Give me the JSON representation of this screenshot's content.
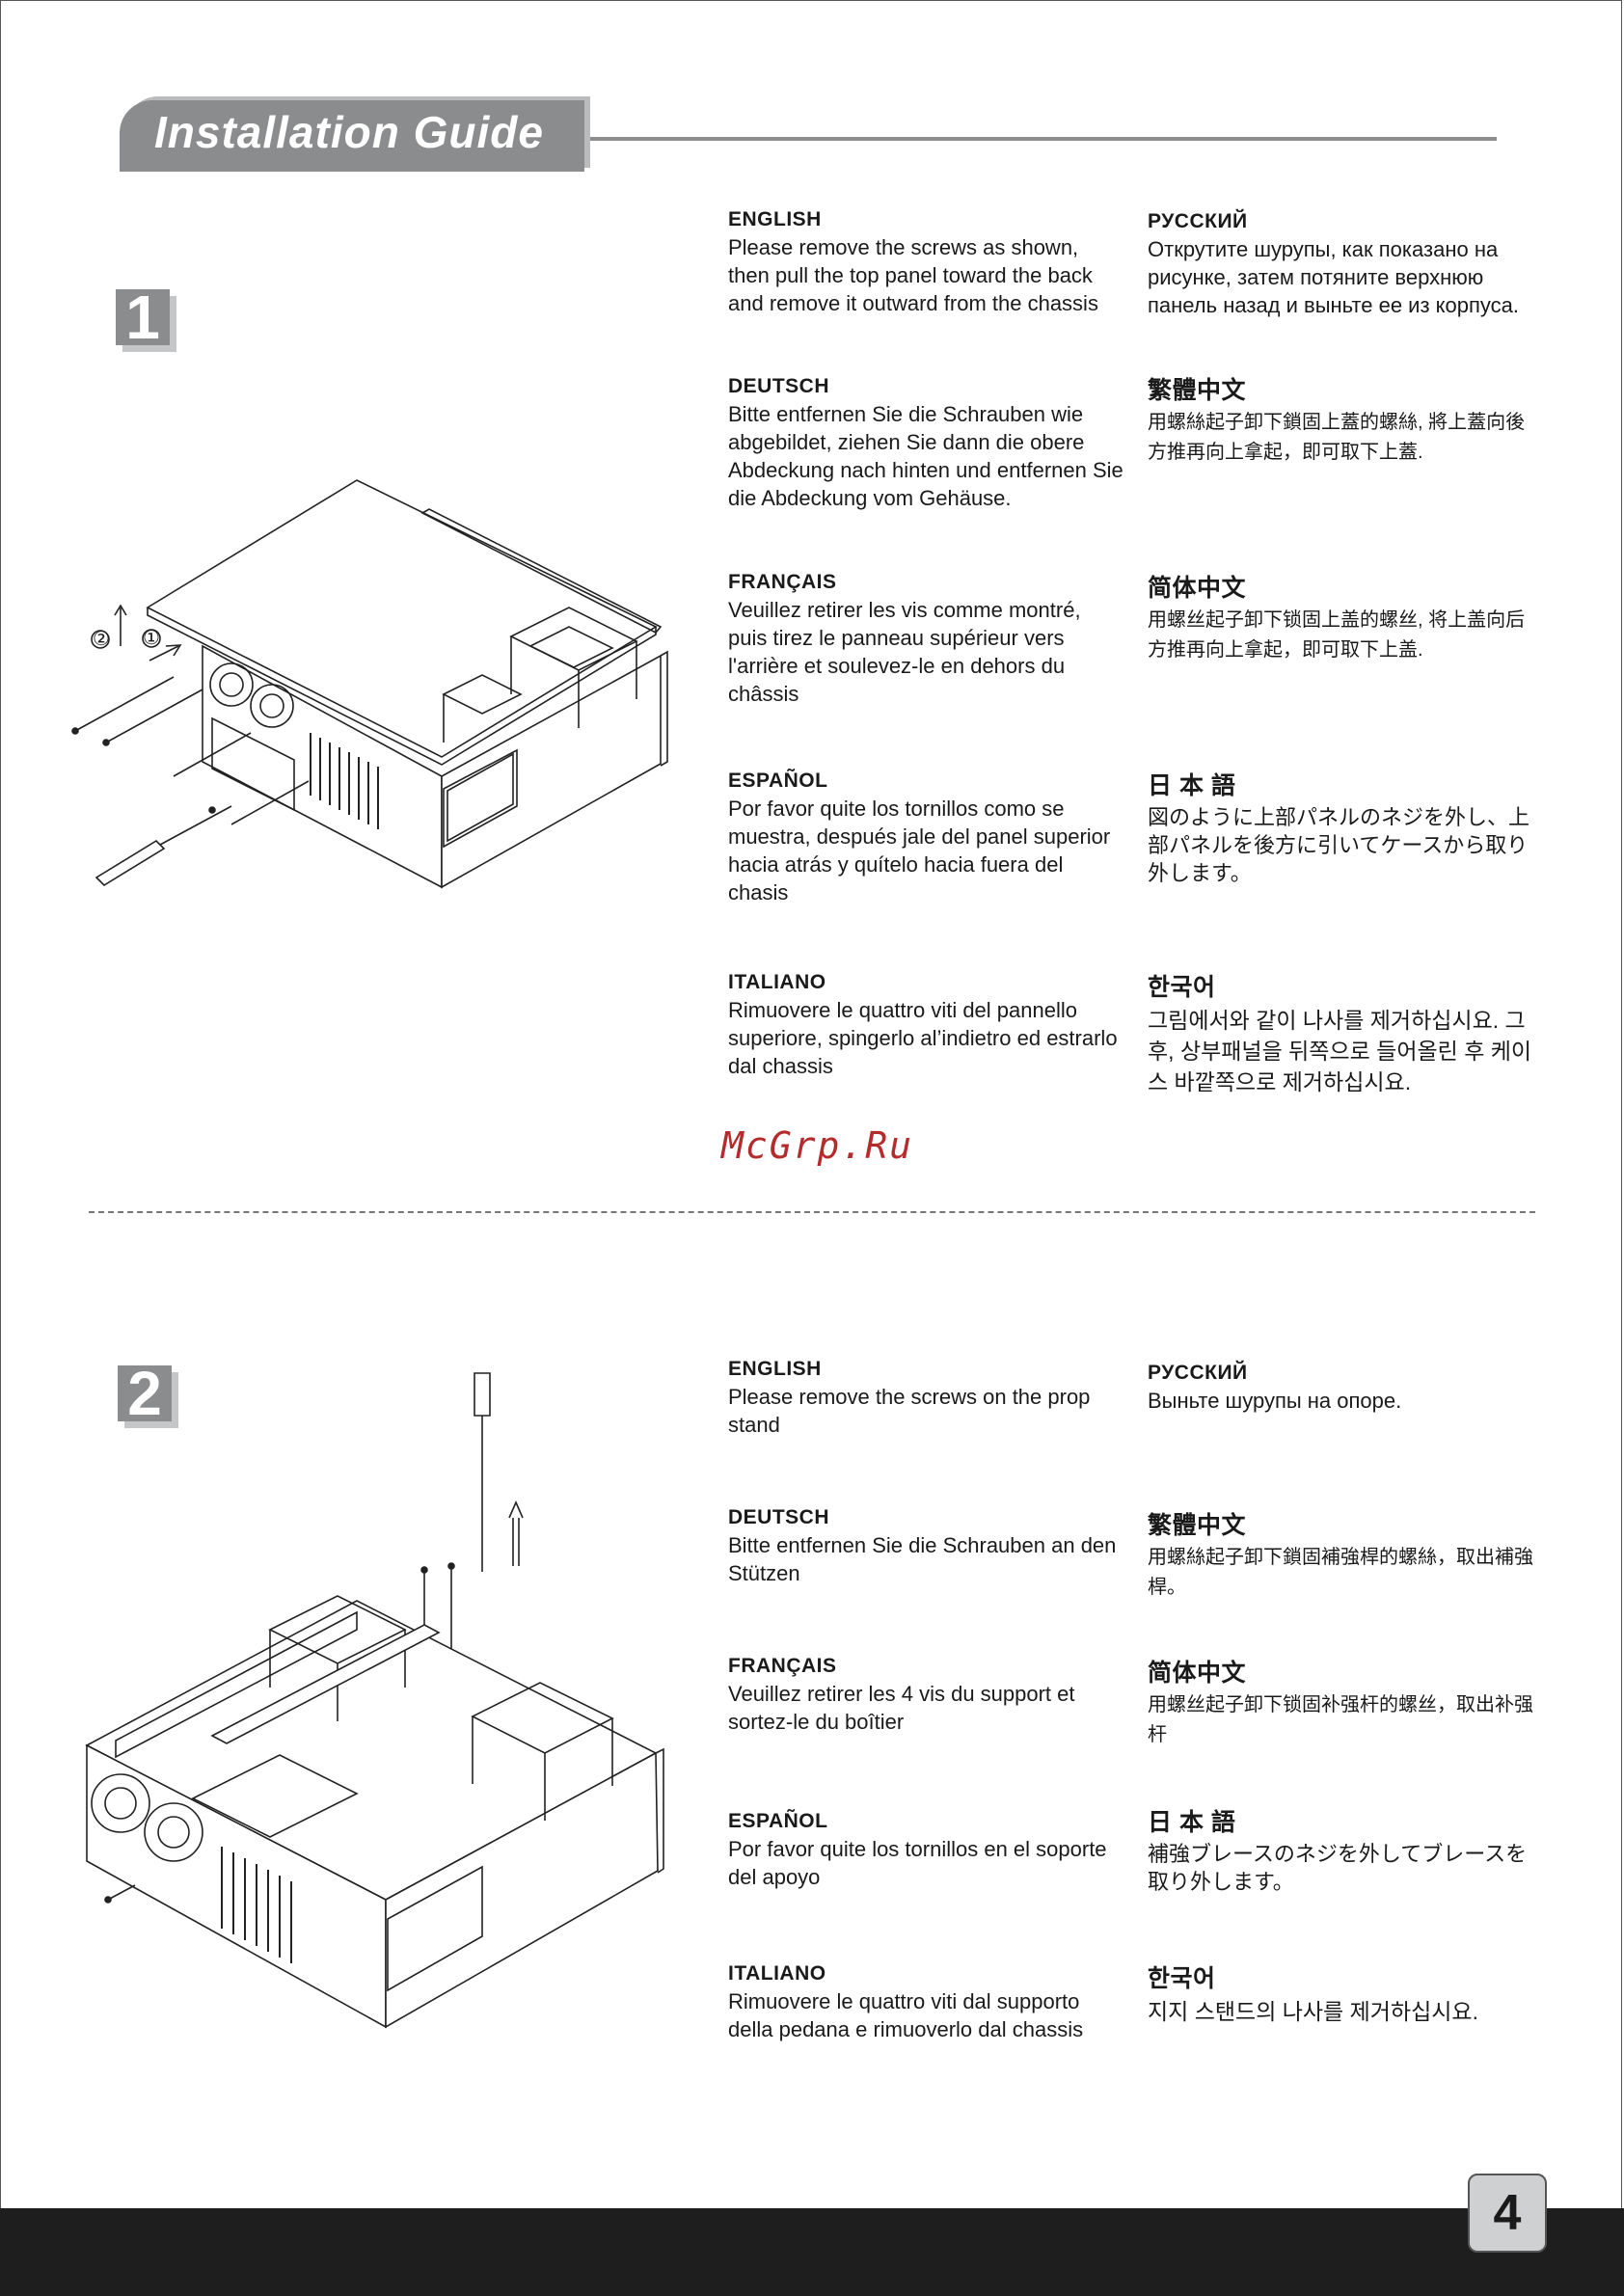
{
  "header": {
    "title": "Installation Guide"
  },
  "steps": [
    {
      "number": "1",
      "left": [
        {
          "lang": "ENGLISH",
          "text": "Please remove the screws as shown, then pull the top panel toward the back and remove it outward from the chassis"
        },
        {
          "lang": "DEUTSCH",
          "text": "Bitte entfernen Sie die Schrauben wie abgebildet, ziehen Sie dann die obere Abdeckung nach hinten und entfernen Sie die Abdeckung vom Gehäuse."
        },
        {
          "lang": "FRANÇAIS",
          "text": "Veuillez retirer les vis comme montré, puis tirez le panneau supérieur vers l'arrière et soulevez-le en dehors du châssis"
        },
        {
          "lang": "ESPAÑOL",
          "text": "Por favor quite los tornillos como se muestra, después jale del panel superior hacia atrás y quítelo hacia fuera del chasis"
        },
        {
          "lang": "ITALIANO",
          "text": "Rimuovere le quattro viti del pannello superiore, spingerlo al’indietro ed estrarlo dal chassis"
        }
      ],
      "right": [
        {
          "lang": "РУССКИЙ",
          "text": "Открутите шурупы, как показано на рисунке, затем потяните верхнюю панель назад и выньте ее из корпуса."
        },
        {
          "lang": "繁體中文",
          "text": "用螺絲起子卸下鎖固上蓋的螺絲, 將上蓋向後方推再向上拿起，即可取下上蓋."
        },
        {
          "lang": "简体中文",
          "text": "用螺丝起子卸下锁固上盖的螺丝, 将上盖向后方推再向上拿起，即可取下上盖."
        },
        {
          "lang": "日 本 語",
          "text": "図のように上部パネルのネジを外し、上部パネルを後方に引いてケースから取り外します。"
        },
        {
          "lang": "한국어",
          "text": "그림에서와 같이 나사를 제거하십시요. 그후, 상부패널을 뒤쪽으로 들어올린 후 케이스 바깥쪽으로 제거하십시요."
        }
      ],
      "callouts": [
        "②",
        "①"
      ]
    },
    {
      "number": "2",
      "left": [
        {
          "lang": "ENGLISH",
          "text": "Please remove the screws on the prop stand"
        },
        {
          "lang": "DEUTSCH",
          "text": "Bitte entfernen Sie die Schrauben an den Stützen"
        },
        {
          "lang": "FRANÇAIS",
          "text": "Veuillez retirer les 4 vis du support et sortez-le du boîtier"
        },
        {
          "lang": "ESPAÑOL",
          "text": "Por favor quite los tornillos en el soporte del apoyo"
        },
        {
          "lang": "ITALIANO",
          "text": "Rimuovere le quattro viti dal supporto della pedana e rimuoverlo dal chassis"
        }
      ],
      "right": [
        {
          "lang": "РУССКИЙ",
          "text": "Выньте шурупы на опоре."
        },
        {
          "lang": "繁體中文",
          "text": "用螺絲起子卸下鎖固補強桿的螺絲，取出補強桿。"
        },
        {
          "lang": "简体中文",
          "text": "用螺丝起子卸下锁固补强杆的螺丝，取出补强杆"
        },
        {
          "lang": "日 本 語",
          "text": "補強ブレースのネジを外してブレースを取り外します。"
        },
        {
          "lang": "한국어",
          "text": "지지 스탠드의 나사를 제거하십시요."
        }
      ]
    }
  ],
  "watermark": "McGrp.Ru",
  "footer": {
    "page_number": "4"
  }
}
